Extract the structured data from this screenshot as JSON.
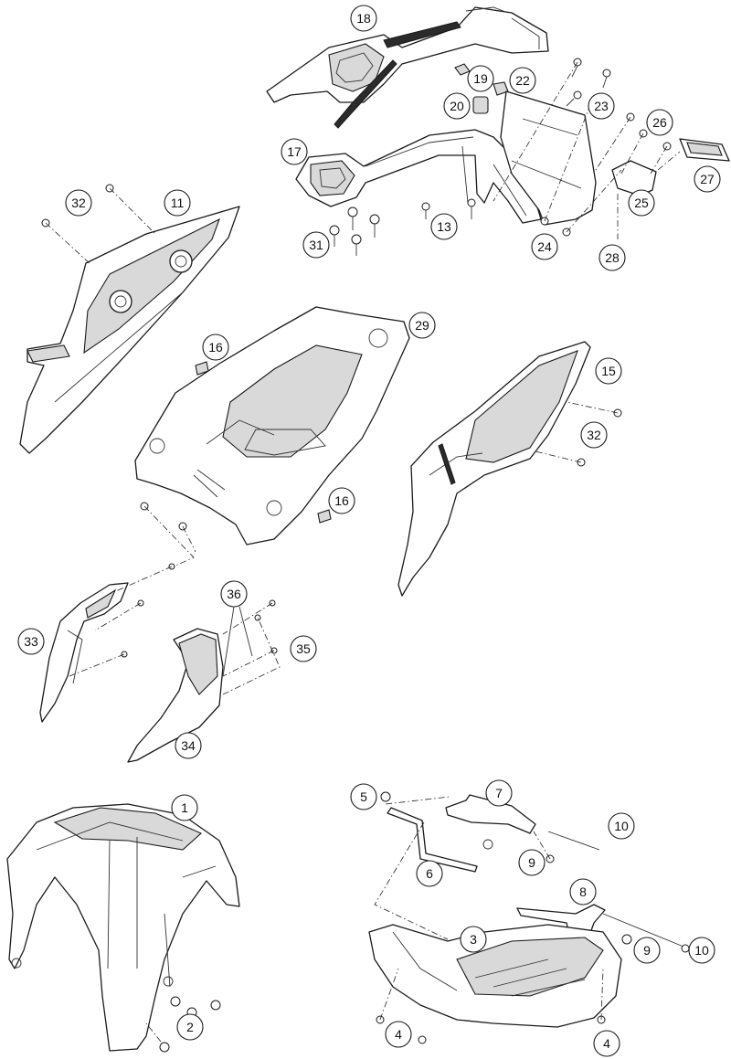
{
  "callouts": [
    "1",
    "2",
    "3",
    "4",
    "4",
    "5",
    "6",
    "7",
    "8",
    "9",
    "9",
    "10",
    "10",
    "11",
    "13",
    "15",
    "16",
    "16",
    "17",
    "18",
    "19",
    "20",
    "22",
    "23",
    "24",
    "25",
    "26",
    "27",
    "28",
    "29",
    "31",
    "32",
    "32",
    "33",
    "34",
    "35",
    "36"
  ]
}
